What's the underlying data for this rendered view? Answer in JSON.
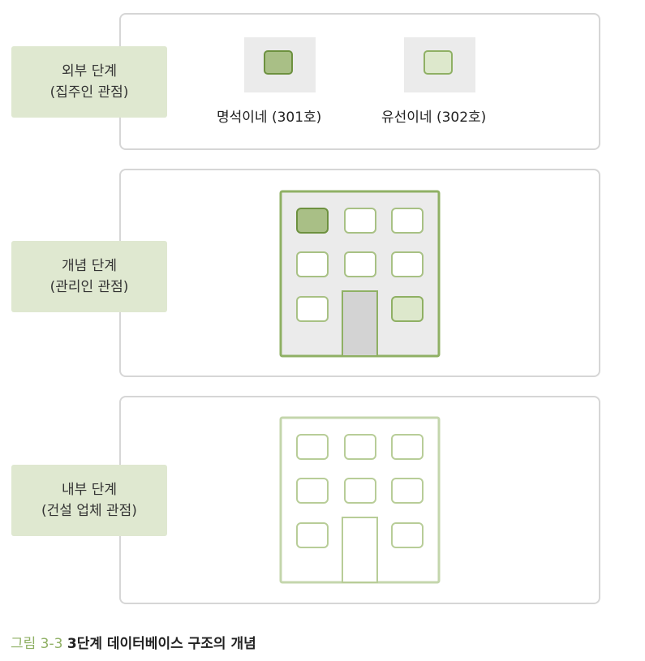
{
  "stages": {
    "external": {
      "line1": "외부 단계",
      "line2": "(집주인 관점)"
    },
    "conceptual": {
      "line1": "개념 단계",
      "line2": "(관리인 관점)"
    },
    "internal": {
      "line1": "내부 단계",
      "line2": "(건설 업체 관점)"
    }
  },
  "external_units": [
    {
      "caption": "명석이네 (301호)"
    },
    {
      "caption": "유선이네 (302호)"
    }
  ],
  "figure": {
    "number": "그림 3-3",
    "title": "3단계 데이터베이스 구조의 개념"
  },
  "colors": {
    "label_bg": "#dfe8d0",
    "accent_green": "#8fb064",
    "dark_window": "#a9bf86",
    "light_window": "#dde8cc",
    "panel_border": "#d6d6d6",
    "building_fill": "#ebebeb",
    "door_fill": "#d3d3d3"
  }
}
